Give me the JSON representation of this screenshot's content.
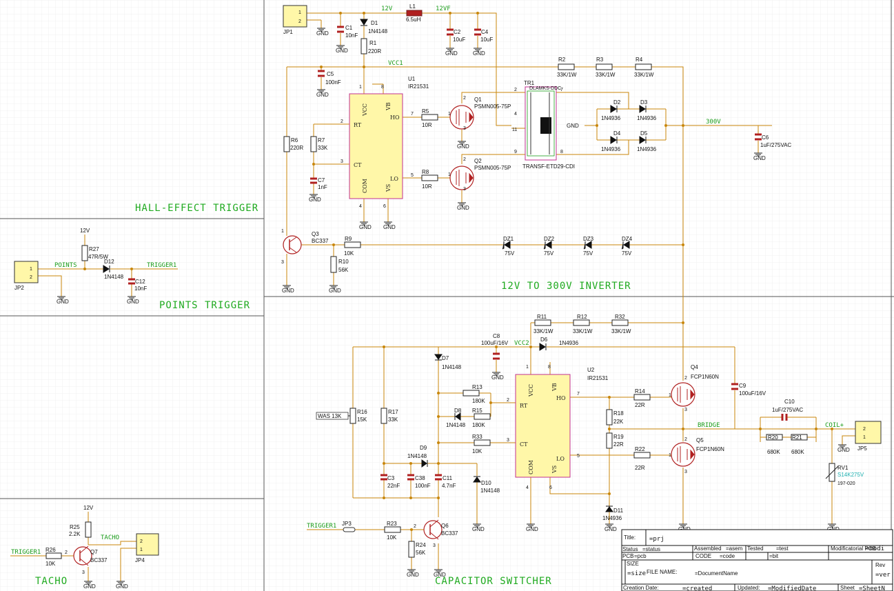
{
  "sections": {
    "hall": "HALL-EFFECT TRIGGER",
    "points": "POINTS TRIGGER",
    "inverter": "12V TO 300V INVERTER",
    "tacho": "TACHO",
    "capsw": "CAPACITOR SWITCHER"
  },
  "nets": {
    "v12": "12V",
    "v12f": "12VF",
    "vcc1": "VCC1",
    "v300": "300V",
    "vcc2": "VCC2",
    "points": "POINTS",
    "trigger1": "TRIGGER1",
    "tacho": "TACHO",
    "bridge": "BRIDGE",
    "coil": "COIL+",
    "gnd": "GND",
    "was": "WAS 13K"
  },
  "parts": {
    "JP1": {
      "ref": "JP1",
      "p1": "1",
      "p2": "2"
    },
    "JP2": {
      "ref": "JP2",
      "p1": "1",
      "p2": "2"
    },
    "JP3": {
      "ref": "JP3"
    },
    "JP4": {
      "ref": "JP4",
      "p1": "2",
      "p2": "1"
    },
    "JP5": {
      "ref": "JP5",
      "p1": "2",
      "p2": "1"
    },
    "C1": {
      "ref": "C1",
      "val": "10nF"
    },
    "D1": {
      "ref": "D1",
      "val": "1N4148"
    },
    "R1": {
      "ref": "R1",
      "val": "220R"
    },
    "L1": {
      "ref": "L1",
      "val": "6.5uH"
    },
    "C2": {
      "ref": "C2",
      "val": "10uF"
    },
    "C4": {
      "ref": "C4",
      "val": "10uF"
    },
    "C5": {
      "ref": "C5",
      "val": "100nF"
    },
    "U1": {
      "ref": "U1",
      "val": "IR21531"
    },
    "R2": {
      "ref": "R2",
      "val": "33K/1W"
    },
    "R3": {
      "ref": "R3",
      "val": "33K/1W"
    },
    "R4": {
      "ref": "R4",
      "val": "33K/1W"
    },
    "Q1": {
      "ref": "Q1",
      "val": "PSMN005-75P"
    },
    "Q2": {
      "ref": "Q2",
      "val": "PSMN005-75P"
    },
    "TR1": {
      "ref": "TR1",
      "val": "TRANSF-ETD29-CDI"
    },
    "D2": {
      "ref": "D2",
      "val": "1N4936"
    },
    "D3": {
      "ref": "D3",
      "val": "1N4936"
    },
    "D4": {
      "ref": "D4",
      "val": "1N4936"
    },
    "D5": {
      "ref": "D5",
      "val": "1N4936"
    },
    "C6": {
      "ref": "C6",
      "val": "1uF/275VAC"
    },
    "R5": {
      "ref": "R5",
      "val": "10R"
    },
    "R8": {
      "ref": "R8",
      "val": "10R"
    },
    "R6": {
      "ref": "R6",
      "val": "220R"
    },
    "R7": {
      "ref": "R7",
      "val": "33K"
    },
    "C7": {
      "ref": "C7",
      "val": "1nF"
    },
    "Q3": {
      "ref": "Q3",
      "val": "BC337"
    },
    "R9": {
      "ref": "R9",
      "val": "10K"
    },
    "R10": {
      "ref": "R10",
      "val": "56K"
    },
    "DZ1": {
      "ref": "DZ1",
      "val": "75V"
    },
    "DZ2": {
      "ref": "DZ2",
      "val": "75V"
    },
    "DZ3": {
      "ref": "DZ3",
      "val": "75V"
    },
    "DZ4": {
      "ref": "DZ4",
      "val": "75V"
    },
    "R27": {
      "ref": "R27",
      "val": "47R/5W"
    },
    "D12": {
      "ref": "D12",
      "val": "1N4148"
    },
    "C12": {
      "ref": "C12",
      "val": "10nF"
    },
    "R25": {
      "ref": "R25",
      "val": "2.2K"
    },
    "R26": {
      "ref": "R26",
      "val": "10K"
    },
    "Q7": {
      "ref": "Q7",
      "val": "BC337"
    },
    "R11": {
      "ref": "R11",
      "val": "33K/1W"
    },
    "R12": {
      "ref": "R12",
      "val": "33K/1W"
    },
    "R32": {
      "ref": "R32",
      "val": "33K/1W"
    },
    "C8": {
      "ref": "C8",
      "val": "100uF/16V"
    },
    "D6": {
      "ref": "D6",
      "val": "1N4936"
    },
    "D7": {
      "ref": "D7",
      "val": "1N4148"
    },
    "U2": {
      "ref": "U2",
      "val": "IR21531"
    },
    "R13": {
      "ref": "R13",
      "val": "180K"
    },
    "R15": {
      "ref": "R15",
      "val": "180K"
    },
    "D8": {
      "ref": "D8",
      "val": "1N4148"
    },
    "R33": {
      "ref": "R33",
      "val": "10K"
    },
    "R16": {
      "ref": "R16",
      "val": "15K"
    },
    "R17": {
      "ref": "R17",
      "val": "33K"
    },
    "D9": {
      "ref": "D9",
      "val": "1N4148"
    },
    "C3": {
      "ref": "C3",
      "val": "22nF"
    },
    "C38": {
      "ref": "C38",
      "val": "100nF"
    },
    "C11": {
      "ref": "C11",
      "val": "4.7nF"
    },
    "D10": {
      "ref": "D10",
      "val": "1N4148"
    },
    "Q4": {
      "ref": "Q4",
      "val": "FCP1N60N"
    },
    "Q5": {
      "ref": "Q5",
      "val": "FCP1N60N"
    },
    "R14": {
      "ref": "R14",
      "val": "22R"
    },
    "R22": {
      "ref": "R22",
      "val": "22R"
    },
    "R18": {
      "ref": "R18",
      "val": "22K"
    },
    "R19": {
      "ref": "R19",
      "val": "22R"
    },
    "D11": {
      "ref": "D11",
      "val": "1N4936"
    },
    "C9": {
      "ref": "C9",
      "val": "100uF/16V"
    },
    "C10": {
      "ref": "C10",
      "val": "1uF/275VAC"
    },
    "R20": {
      "ref": "R20",
      "val": "680K"
    },
    "R21": {
      "ref": "R21",
      "val": "680K"
    },
    "RV1": {
      "ref": "RV1",
      "val": "S14K275V",
      "sub": "197-020"
    },
    "R23": {
      "ref": "R23",
      "val": "10K"
    },
    "R24": {
      "ref": "R24",
      "val": "56K"
    },
    "Q6": {
      "ref": "Q6",
      "val": "BC337"
    }
  },
  "ic": {
    "vcc": "VCC",
    "vb": "VB",
    "ho": "HO",
    "rt": "RT",
    "ct": "CT",
    "lo": "LO",
    "com": "COM",
    "vs": "VS",
    "tr_inner": "DLAMKS-DDC"
  },
  "pins": {
    "u1_vcc": "1",
    "u1_vb": "8",
    "u1_ho": "7",
    "u1_rt": "2",
    "u1_ct": "3",
    "u1_lo": "5",
    "u1_com": "4",
    "u1_vs": "6",
    "tr_2": "2",
    "tr_4": "4",
    "tr_11": "11",
    "tr_9": "9",
    "tr_7": "7",
    "tr_8": "8",
    "g": "1",
    "d": "2",
    "s": "3",
    "u2_vcc": "1",
    "u2_vb": "8",
    "u2_ho": "7",
    "u2_rt": "2",
    "u2_ct": "3",
    "u2_lo": "5",
    "u2_com": "4",
    "u2_vs": "6"
  },
  "titleblock": {
    "title_label": "Title:",
    "title_value": "=prj",
    "status_label": "Status",
    "status_value": "=status",
    "assembled_label": "Assembled",
    "assembled_value": "=asem",
    "tested_label": "Tested",
    "tested_value": "=test",
    "modif_label": "Modificatorial PCB",
    "modif_value": "=modi",
    "pcb_label": "PCB",
    "pcb_value": "=pcb",
    "code_label": "CODE",
    "code_value": "=code",
    "bit_value": "=bit",
    "size_label": "SIZE",
    "size_value": "=size",
    "file_label": "FILE NAME:",
    "file_value": "=DocumentName",
    "rev_label": "Rev",
    "rev_value": "=ver",
    "created_label": "Creation Date:",
    "created_value": "=created",
    "updated_label": "Updated:",
    "updated_value": "=ModifiedDate",
    "sheet_label": "Sheet",
    "sheet_value": "=SheetN"
  },
  "colors": {
    "wire": "#c8860a",
    "body": "#fff7a8",
    "body_stroke": "#c03090",
    "net": "#1a9c1a",
    "part_red": "#b02020"
  }
}
